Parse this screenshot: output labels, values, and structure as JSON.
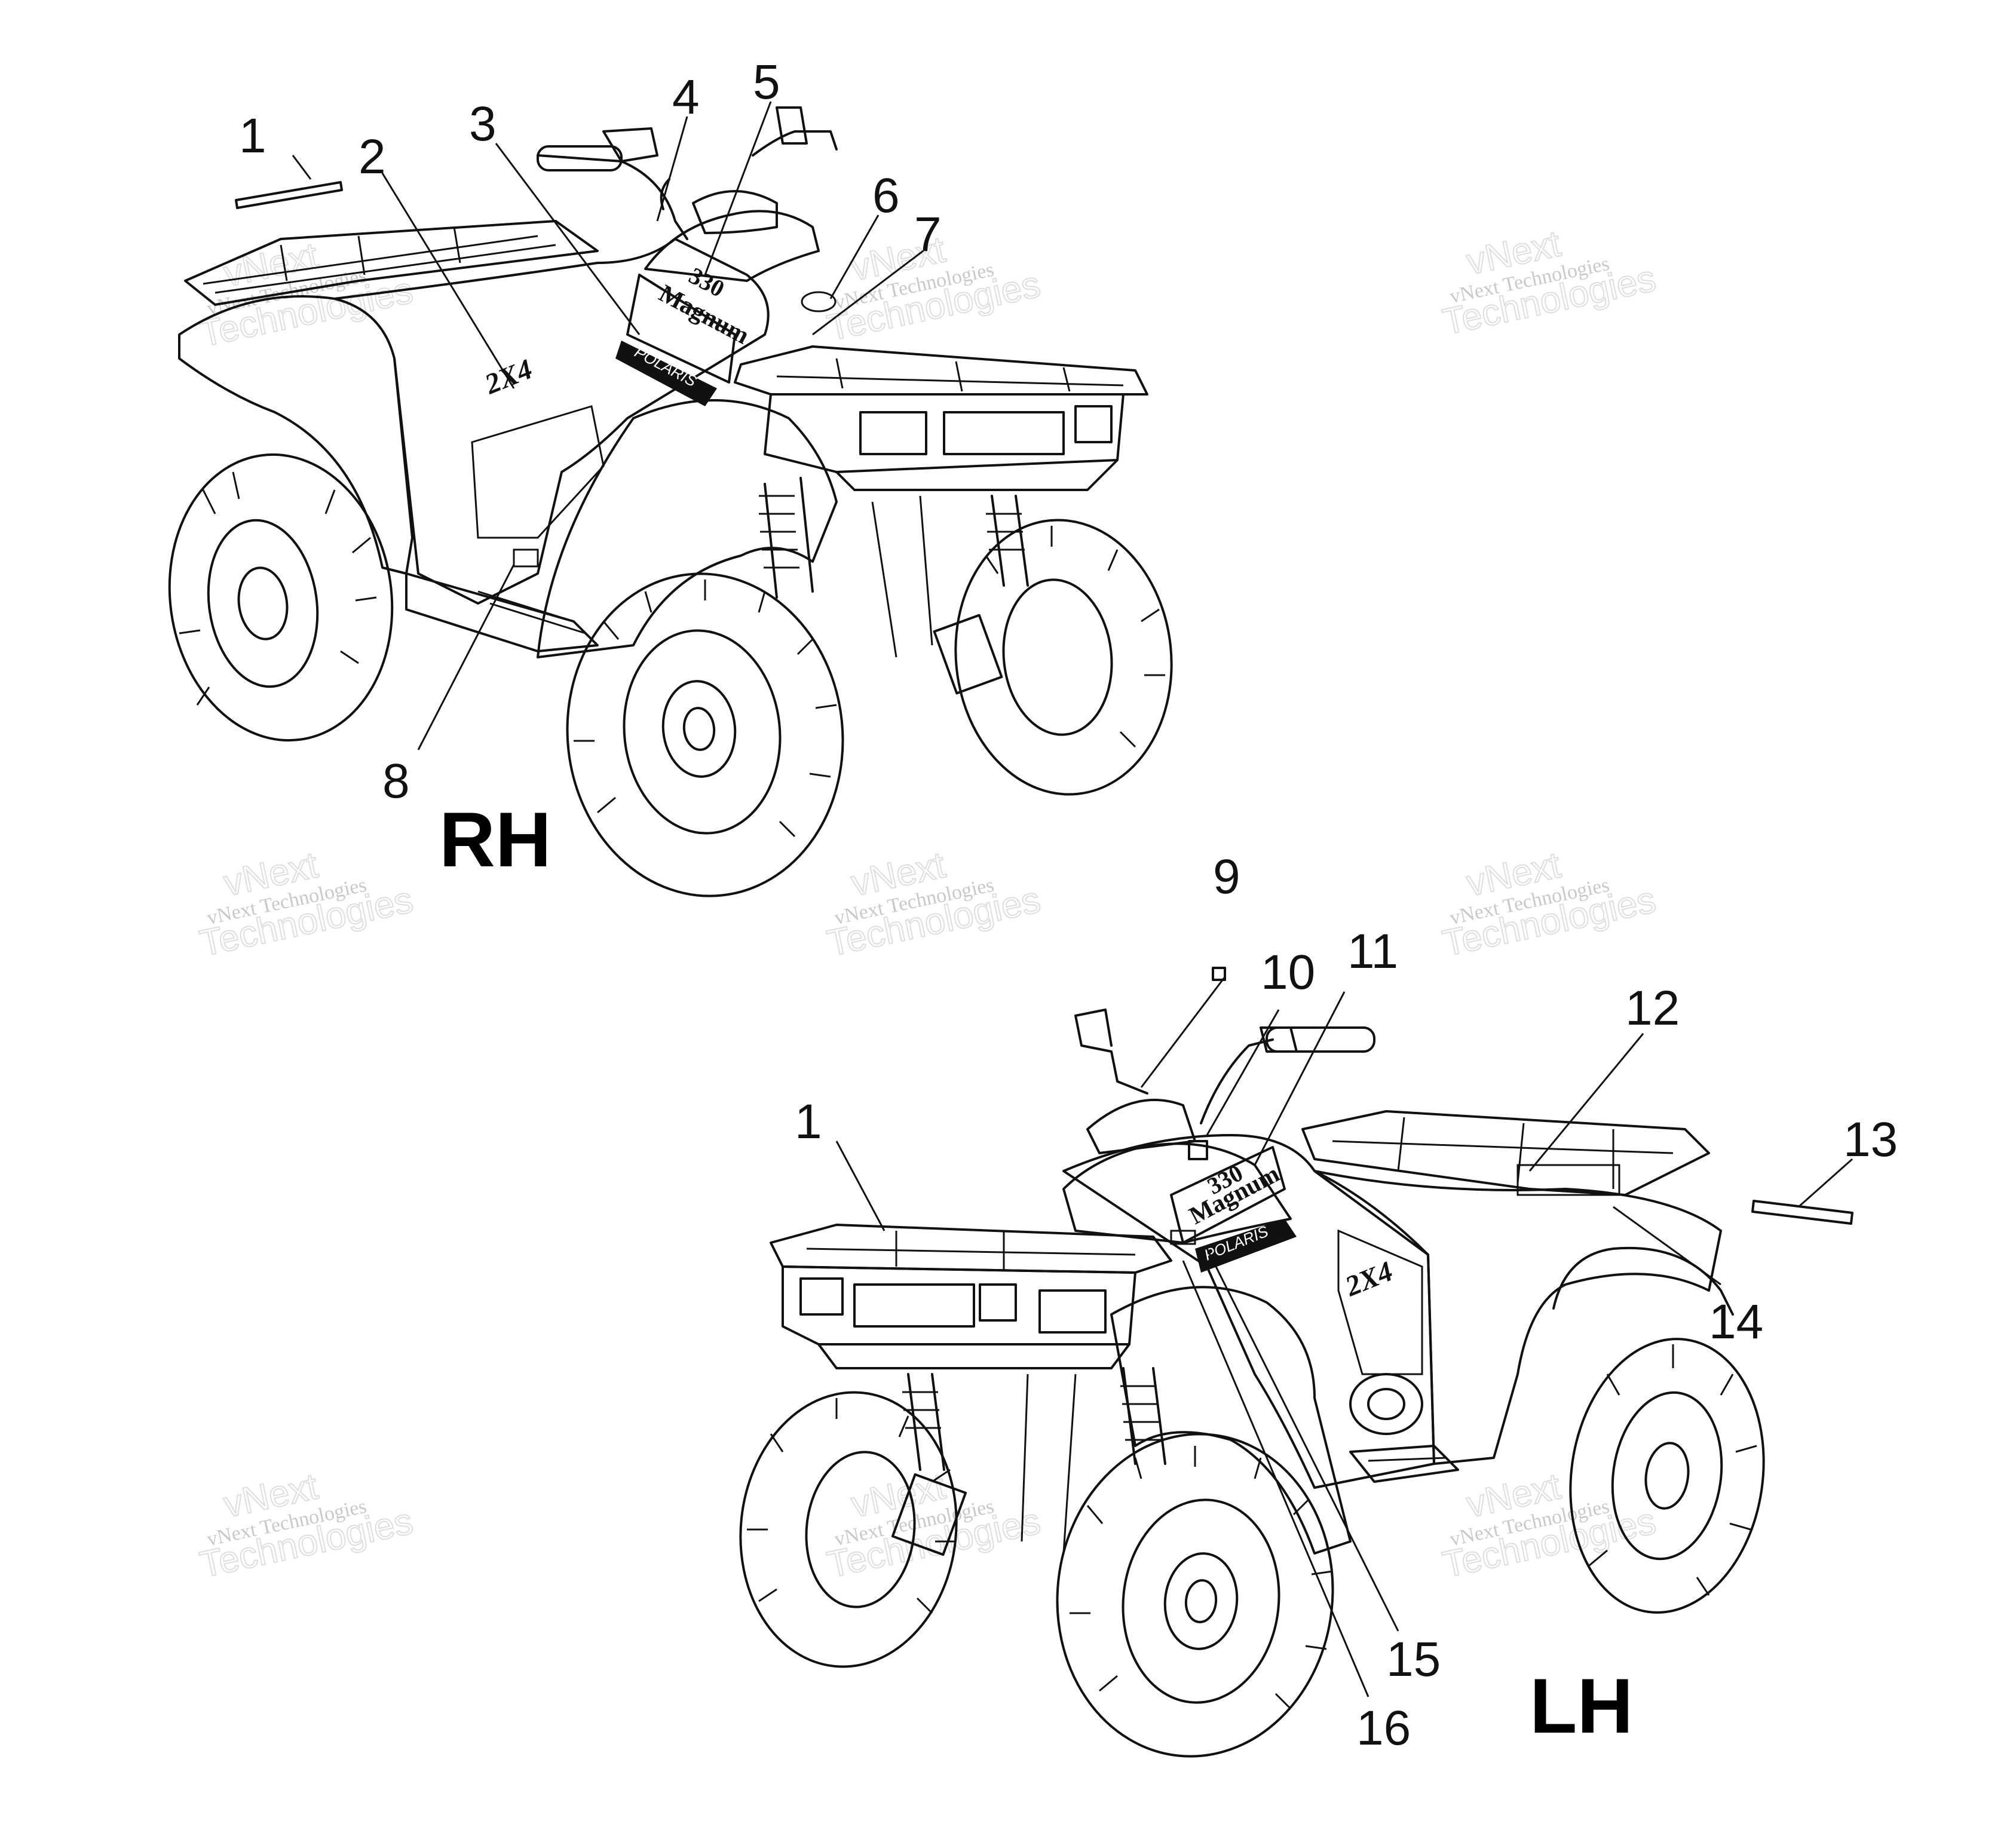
{
  "views": {
    "rh": {
      "label": "RH"
    },
    "lh": {
      "label": "LH"
    }
  },
  "callouts": {
    "rh": [
      "1",
      "2",
      "3",
      "4",
      "5",
      "6",
      "7",
      "8"
    ],
    "lh": [
      "9",
      "10",
      "11",
      "1",
      "12",
      "13",
      "14",
      "15",
      "16"
    ]
  },
  "decals": {
    "model_number": "330",
    "model_name": "Magnum",
    "drive": "2X4",
    "brand": "POLARIS"
  },
  "watermark": {
    "line1": "vNext",
    "line2": "Technologies",
    "line3": "vNext Technologies"
  }
}
